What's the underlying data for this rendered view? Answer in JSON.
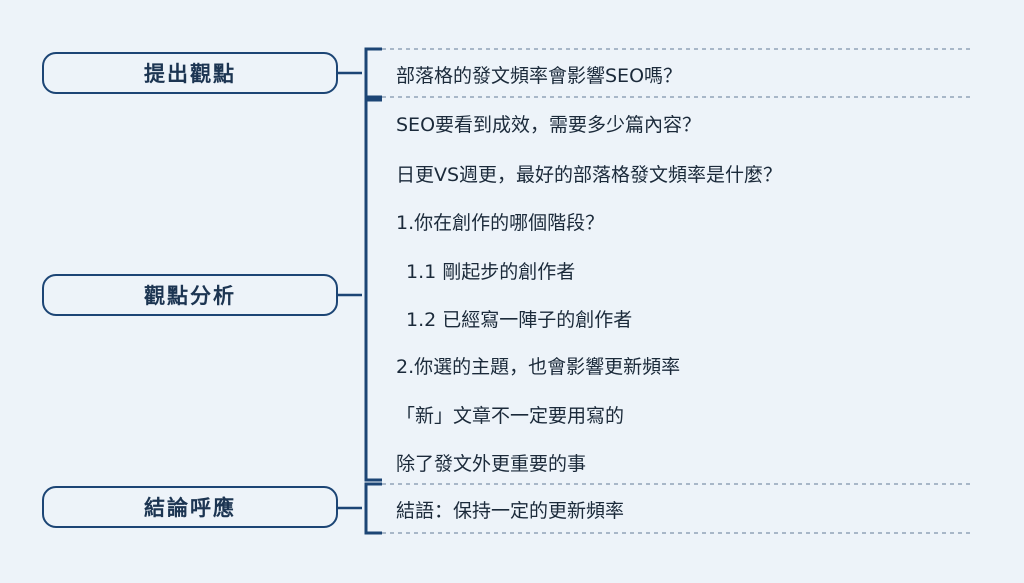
{
  "sections": [
    {
      "title": "提出觀點",
      "items": [
        "部落格的發文頻率會影響SEO嗎？"
      ]
    },
    {
      "title": "觀點分析",
      "items": [
        "SEO要看到成效，需要多少篇內容？",
        "日更VS週更，最好的部落格發文頻率是什麼？",
        "1.你在創作的哪個階段？",
        "1.1 剛起步的創作者",
        "1.2 已經寫一陣子的創作者",
        "2.你選的主題，也會影響更新頻率",
        "「新」文章不一定要用寫的",
        "除了發文外更重要的事"
      ]
    },
    {
      "title": "結論呼應",
      "items": [
        "結語：保持一定的更新頻率"
      ]
    }
  ],
  "colors": {
    "background": "#edf3f9",
    "line": "#1c4575",
    "text": "#1b2a3a"
  }
}
